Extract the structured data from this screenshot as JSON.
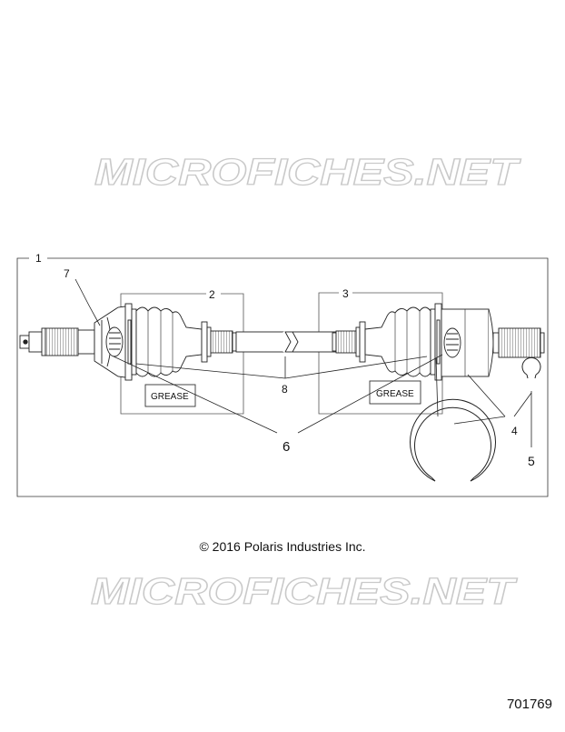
{
  "watermarks": [
    "MICROFICHES.NET",
    "MICROFICHES.NET"
  ],
  "callouts": {
    "c1": "1",
    "c2": "2",
    "c3": "3",
    "c4": "4",
    "c5": "5",
    "c6": "6",
    "c7": "7",
    "c8": "8"
  },
  "grease_labels": [
    "GREASE",
    "GREASE"
  ],
  "copyright": "© 2016 Polaris Industries Inc.",
  "part_number": "701769"
}
